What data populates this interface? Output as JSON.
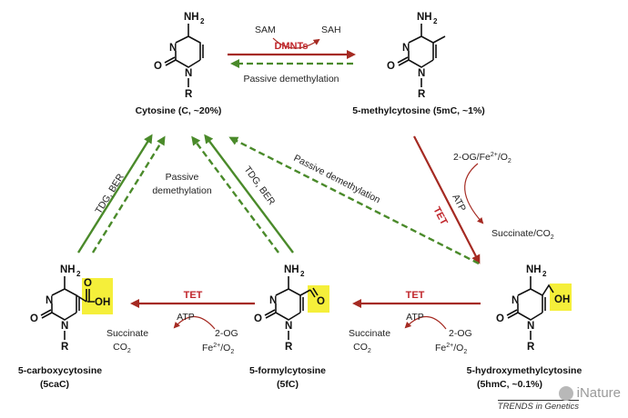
{
  "atoms": {
    "N": "N",
    "O": "O",
    "R": "R",
    "NH2": "NH",
    "two": "2",
    "OH": "OH",
    "O_ald": "O"
  },
  "molecules": {
    "cytosine": "Cytosine (C, ~20%)",
    "mc5": "5-methylcytosine (5mC, ~1%)",
    "hmc_line1": "5-hydroxymethylcytosine",
    "hmc_line2": "(5hmC, ~0.1%)",
    "fc_line1": "5-formylcytosine",
    "fc_line2": "(5fC)",
    "cac_line1": "5-carboxycytosine",
    "cac_line2": "(5caC)"
  },
  "reactions": {
    "sam": "SAM",
    "sah": "SAH",
    "dnmts": "DMNTs",
    "passive": "Passive demethylation",
    "passive_l1": "Passive",
    "passive_l2": "demethylation",
    "passive_diag": "Passive demethylation",
    "tdg1": "TDG, BER",
    "tdg2": "TDG, BER",
    "tet": "TET",
    "atp": "ATP",
    "cofactor_a": "2-OG/Fe",
    "cofactor_a_sup": "2+",
    "cofactor_a_end": "/O",
    "o2_sub": "2",
    "succinate_co2": "Succinate/CO",
    "co2_sub": "2",
    "succinate": "Succinate",
    "co2": "CO",
    "og": "2-OG",
    "fe": "Fe",
    "fe_sup": "2+",
    "o2": "/O"
  },
  "journal": "TRENDS in Genetics",
  "watermark": "iNature",
  "colors": {
    "green": "#4a8a2a",
    "red": "#a52a22",
    "highlight": "#f5ef3a"
  }
}
